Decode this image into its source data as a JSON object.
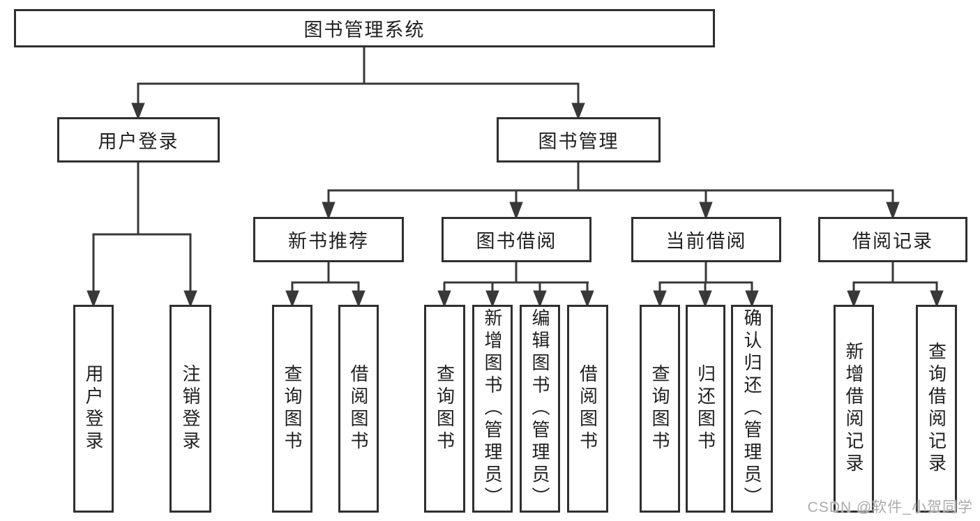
{
  "watermark": "CSDN @软件_小贺同学",
  "colors": {
    "background": "#ffffff",
    "line": "#383838",
    "box_border": "#2f2f2f",
    "text": "#1f1f1f",
    "watermark_text": "#ababab"
  },
  "tree": {
    "root": {
      "label": "图书管理系统"
    },
    "branches": [
      {
        "label": "用户登录",
        "children": [
          {
            "label": "用户登录"
          },
          {
            "label": "注销登录"
          }
        ]
      },
      {
        "label": "图书管理",
        "children": [
          {
            "label": "新书推荐",
            "children": [
              {
                "label": "查询图书"
              },
              {
                "label": "借阅图书"
              }
            ]
          },
          {
            "label": "图书借阅",
            "children": [
              {
                "label": "查询图书"
              },
              {
                "label": "新增图书（管理员）"
              },
              {
                "label": "编辑图书（管理员）"
              },
              {
                "label": "借阅图书"
              }
            ]
          },
          {
            "label": "当前借阅",
            "children": [
              {
                "label": "查询图书"
              },
              {
                "label": "归还图书"
              },
              {
                "label": "确认归还（管理员）"
              }
            ]
          },
          {
            "label": "借阅记录",
            "children": [
              {
                "label": "新增借阅记录"
              },
              {
                "label": "查询借阅记录"
              }
            ]
          }
        ]
      }
    ]
  }
}
